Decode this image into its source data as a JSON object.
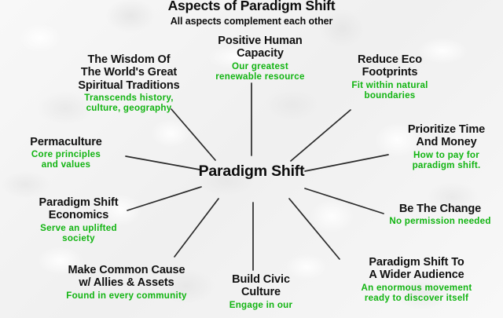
{
  "header": {
    "title": "Aspects of Paradigm Shift",
    "subtitle": "All aspects complement each other"
  },
  "colors": {
    "title_text": "#0d0d0d",
    "node_title": "#111111",
    "node_subtitle_green": "#11b411",
    "spoke_line": "#2b2b2b",
    "background": "#f1f1f1"
  },
  "center": {
    "label": "Paradigm Shift"
  },
  "nodes": [
    {
      "id": "positive-human-capacity",
      "title": "Positive Human\nCapacity",
      "subtitle": "Our greatest\nrenewable resource"
    },
    {
      "id": "wisdom-of-worlds-great-spiritual-traditions",
      "title": "The Wisdom Of\nThe World's Great\nSpiritual Traditions",
      "subtitle": "Transcends history,\nculture, geography"
    },
    {
      "id": "reduce-eco-footprints",
      "title": "Reduce Eco\nFootprints",
      "subtitle": "Fit within natural\nboundaries"
    },
    {
      "id": "prioritize-time-and-money",
      "title": "Prioritize Time\nAnd Money",
      "subtitle": "How to pay for\nparadigm shift."
    },
    {
      "id": "permaculture",
      "title": "Permaculture",
      "subtitle": "Core principles\nand values"
    },
    {
      "id": "paradigm-shift-economics",
      "title": "Paradigm Shift\nEconomics",
      "subtitle": "Serve an uplifted\nsociety"
    },
    {
      "id": "be-the-change",
      "title": "Be The Change",
      "subtitle": "No permission needed"
    },
    {
      "id": "make-common-cause",
      "title": "Make Common Cause\nw/ Allies & Assets",
      "subtitle": "Found in every community"
    },
    {
      "id": "paradigm-shift-to-a-wider-audience",
      "title": "Paradigm Shift To\nA Wider Audience",
      "subtitle": "An enormous movement\nready to discover itself"
    },
    {
      "id": "build-civic-culture",
      "title": "Build Civic\nCulture",
      "subtitle": "Engage in our"
    }
  ],
  "spokes": {
    "count": 10,
    "description": "Straight line segments radiating from the central Paradigm Shift label out to each surrounding aspect node"
  }
}
